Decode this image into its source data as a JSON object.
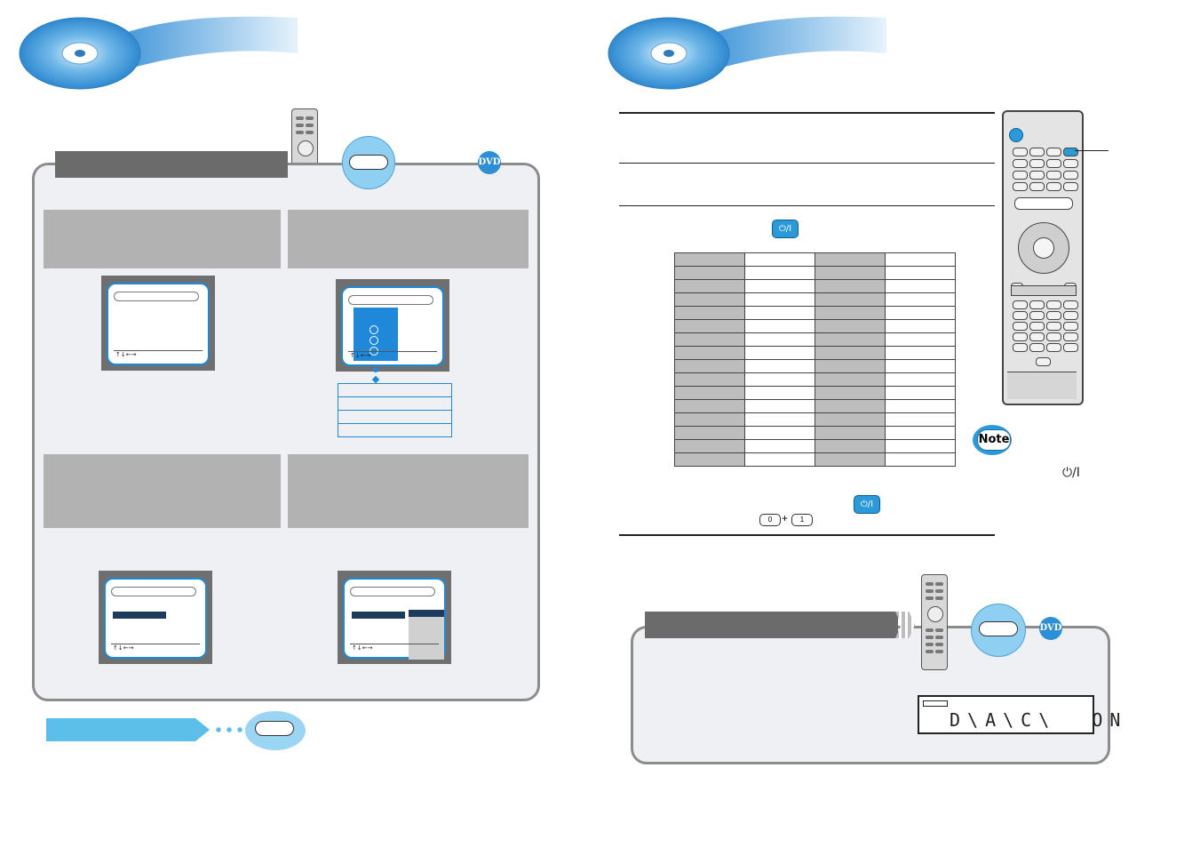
{
  "badges": {
    "left": "DVD",
    "right": "DVD"
  },
  "note_label": "Note",
  "remote_power_symbol": "⏻/I",
  "power_symbol_note": "⏻/I",
  "keys": {
    "zero": "0",
    "plus": "+",
    "one": "1"
  },
  "screens": {
    "nav_hint": "↑↓←→"
  },
  "display_text": "D\\A\\C\\  ON",
  "icons": [
    "disc-film-header-icon",
    "remote-control-icon",
    "power-button-icon",
    "dvd-badge-icon",
    "note-bubble-icon"
  ],
  "colors": {
    "accent_blue": "#2a9ad8",
    "dark_tab": "#6b6b6b",
    "light_blue_arrow": "#5bbfea"
  }
}
